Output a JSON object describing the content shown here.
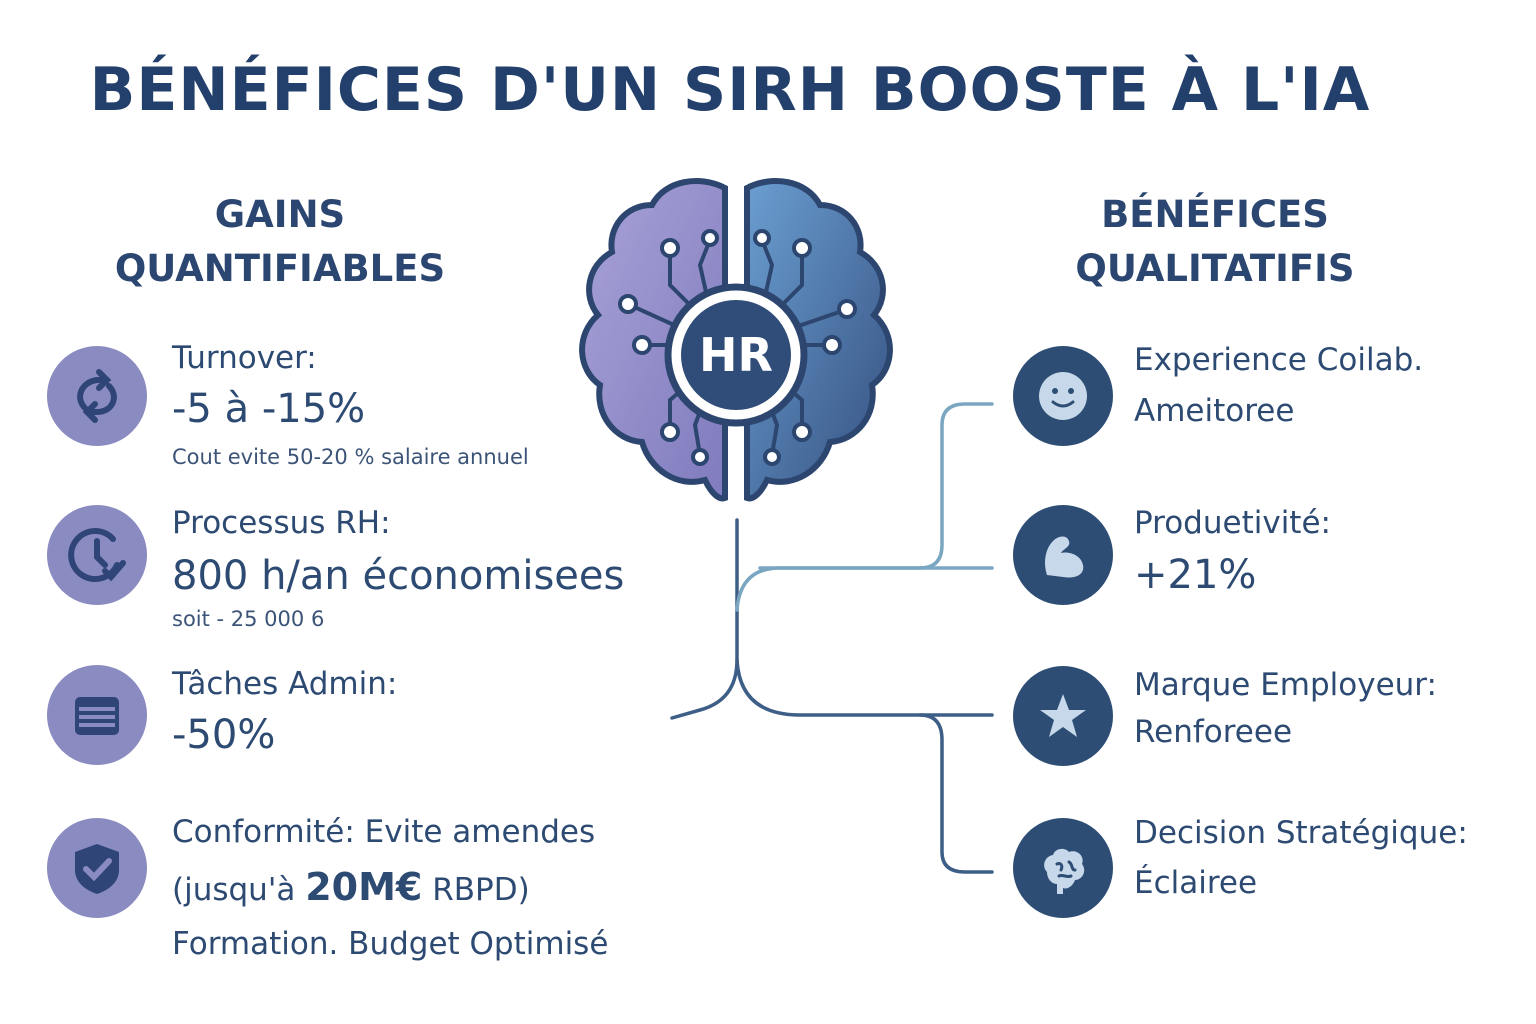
{
  "title": "BÉNÉFICES D'UN SIRH BOOSTE À L'IA",
  "brain_label": "HR",
  "left": {
    "heading_line1": "GAINS",
    "heading_line2": "QUANTIFIABLES",
    "items": [
      {
        "icon": "refresh-arrows-icon",
        "label": "Turnover:",
        "value": "-5 à -15%",
        "note": "Cout evite 50-20 % salaire annuel"
      },
      {
        "icon": "clock-check-icon",
        "label": "Processus RH:",
        "value": "800 h/an économisees",
        "note": "soit - 25 000 6"
      },
      {
        "icon": "document-list-icon",
        "label": "Tâches Admin:",
        "value": "-50%"
      },
      {
        "icon": "shield-check-icon",
        "line1": "Conformité: Evite amendes",
        "line2_a": "(jusqu'à ",
        "line2_b": "20M€",
        "line2_c": " RBPD)",
        "line3": "Formation. Budget Optimisé"
      }
    ]
  },
  "right": {
    "heading_line1": "BÉNÉFICES",
    "heading_line2": "QUALITATIFIS",
    "items": [
      {
        "icon": "smiley-icon",
        "line1": "Experience Coilab.",
        "line2": "Ameitoree"
      },
      {
        "icon": "flexed-arm-icon",
        "line1": "Produetivité:",
        "line2": "+21%"
      },
      {
        "icon": "star-icon",
        "line1": "Marque Employeur:",
        "line2": "Renforeee"
      },
      {
        "icon": "brain-icon",
        "line1": "Decision Stratégique:",
        "line2": "Éclairee"
      }
    ]
  },
  "colors": {
    "title": "#22406b",
    "left_icon_bg": "#8a8bc1",
    "right_icon_bg": "#2d4d74",
    "brain_left": "#9b95cf",
    "brain_right": "#5a8cc4",
    "connector": "#7aa6c2"
  }
}
